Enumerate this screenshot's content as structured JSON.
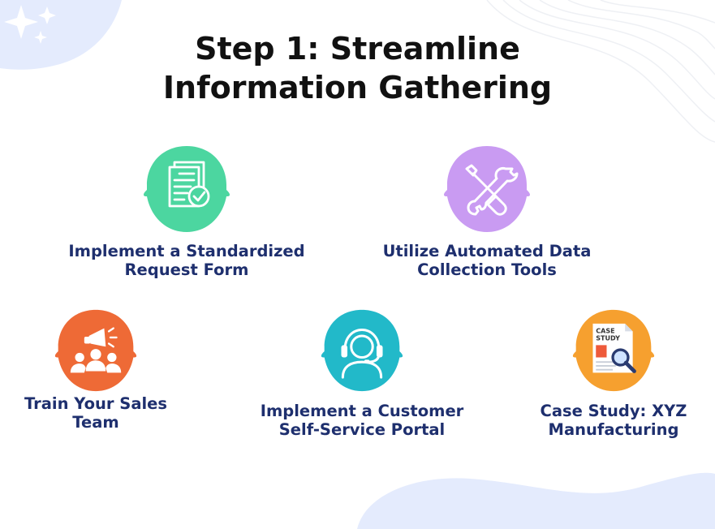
{
  "title_lines": [
    "Step 1: Streamline",
    "Information Gathering"
  ],
  "colors": {
    "green": "#4cd6a0",
    "purple": "#c99bf2",
    "orange": "#ee6a36",
    "teal": "#22b9c9",
    "amber": "#f6a02f",
    "label": "#1e2f6e",
    "decor": "#e4ebfd"
  },
  "items": [
    {
      "lines": [
        "Implement a Standardized",
        "Request Form"
      ],
      "icon": "documents-checkmark-icon",
      "color": "#4cd6a0"
    },
    {
      "lines": [
        "Utilize Automated Data",
        "Collection Tools"
      ],
      "icon": "wrench-screwdriver-icon",
      "color": "#c99bf2"
    },
    {
      "lines": [
        "Train Your Sales",
        "Team"
      ],
      "icon": "megaphone-team-icon",
      "color": "#ee6a36"
    },
    {
      "lines": [
        "Implement a Customer",
        "Self-Service Portal"
      ],
      "icon": "headset-support-icon",
      "color": "#22b9c9"
    },
    {
      "lines": [
        "Case Study: XYZ",
        "Manufacturing"
      ],
      "icon": "case-study-document-icon",
      "color": "#f6a02f",
      "icon_text": [
        "CASE",
        "STUDY"
      ]
    }
  ]
}
